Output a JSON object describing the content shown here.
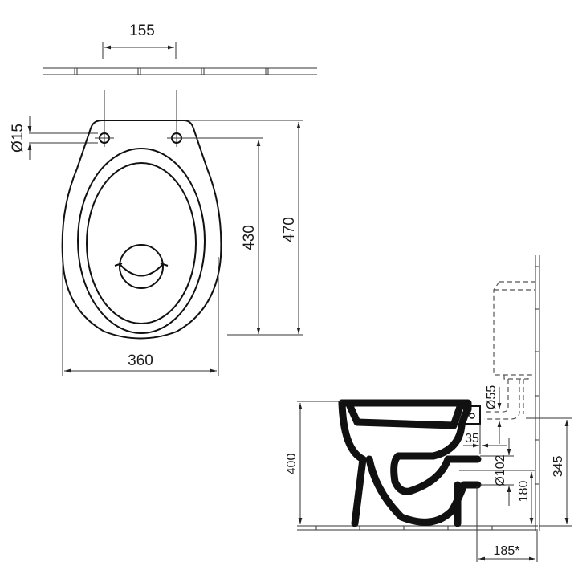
{
  "top_view": {
    "dimensions": {
      "bolt_spacing": "155",
      "bolt_hole_diameter": "Ø15",
      "seat_to_front": "430",
      "overall_length": "470",
      "overall_width": "360"
    }
  },
  "side_view": {
    "dimensions": {
      "height": "400",
      "inlet_diameter": "Ø55",
      "inlet_offset": "35",
      "outlet_diameter": "Ø102",
      "outlet_height": "180",
      "inlet_height": "345",
      "wall_distance": "185*"
    },
    "cistern_label": "",
    "colors": {
      "line": "#111111",
      "dimension_line": "#333333",
      "background": "#ffffff"
    }
  }
}
